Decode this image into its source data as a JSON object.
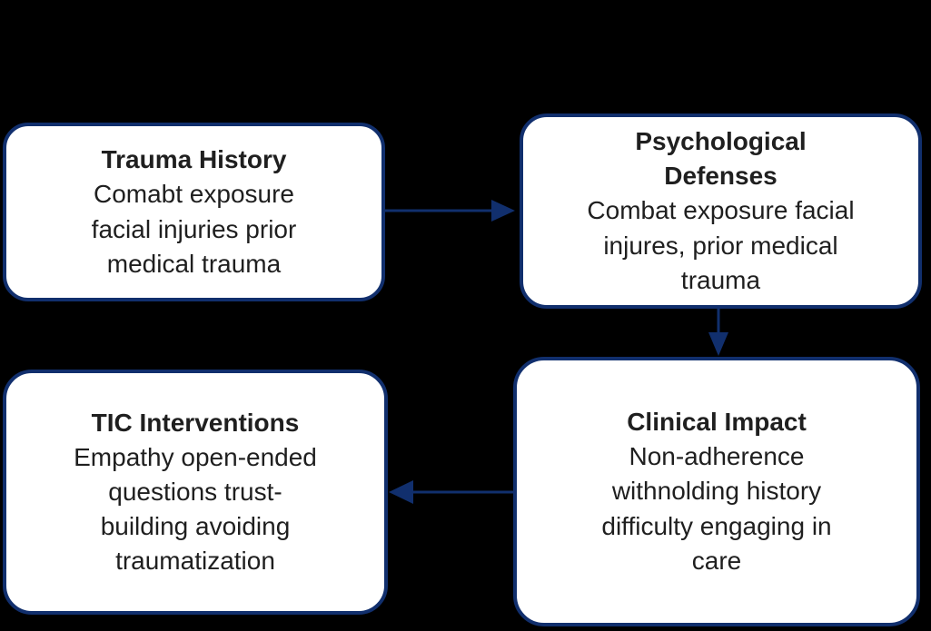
{
  "colors": {
    "background": "#000000",
    "node_fill": "#ffffff",
    "node_border": "#112f6d",
    "connector": "#112f6d",
    "text": "#1f1f1f"
  },
  "nodes": {
    "trauma_history": {
      "title": "Trauma History",
      "body": "Comabt exposure\nfacial injuries prior\nmedical trauma"
    },
    "psychological_defenses": {
      "title": "Psychological\nDefenses",
      "body": "Combat exposure facial\ninjures, prior medical\ntrauma"
    },
    "clinical_impact": {
      "title": "Clinical Impact",
      "body": "Non-adherence\nwithnolding history\ndifficulty engaging in\ncare"
    },
    "tic_interventions": {
      "title": "TIC Interventions",
      "body": "Empathy open-ended\nquestions trust-\nbuilding avoiding\ntraumatization"
    }
  },
  "connectors": [
    {
      "from": "trauma_history",
      "to": "psychological_defenses",
      "direction": "right"
    },
    {
      "from": "psychological_defenses",
      "to": "clinical_impact",
      "direction": "down"
    },
    {
      "from": "clinical_impact",
      "to": "tic_interventions",
      "direction": "left"
    }
  ]
}
